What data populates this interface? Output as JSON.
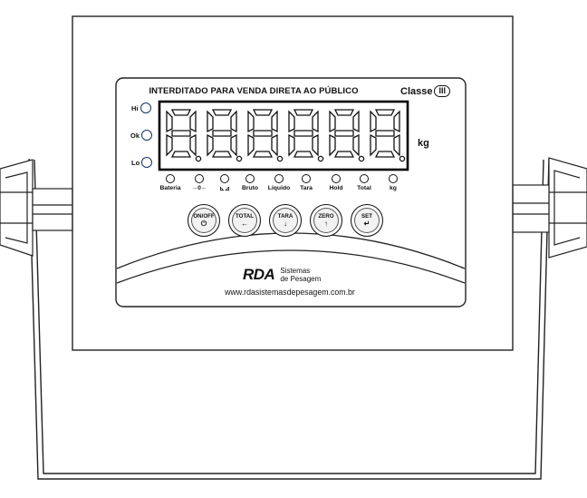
{
  "panel": {
    "warning_text": "INTERDITADO PARA VENDA DIRETA AO PÚBLICO",
    "class_label": "Classe",
    "class_value": "III",
    "unit": "kg"
  },
  "side_leds": [
    {
      "label": "Hi"
    },
    {
      "label": "Ok"
    },
    {
      "label": "Lo"
    }
  ],
  "display": {
    "digits": [
      "8",
      "8",
      "8",
      "8",
      "8",
      "8"
    ]
  },
  "indicators": [
    {
      "label": "Bateria"
    },
    {
      "label": "→0←"
    },
    {
      "label": "⊾⊿"
    },
    {
      "label": "Bruto"
    },
    {
      "label": "Líquido"
    },
    {
      "label": "Tara"
    },
    {
      "label": "Hold"
    },
    {
      "label": "Total"
    },
    {
      "label": "kg"
    }
  ],
  "buttons": [
    {
      "label": "ON/OFF",
      "symbol": "⏻"
    },
    {
      "label": "TOTAL",
      "symbol": "←"
    },
    {
      "label": "TARA",
      "symbol": "↓"
    },
    {
      "label": "ZERO",
      "symbol": "↑"
    },
    {
      "label": "SET",
      "symbol": "↵"
    }
  ],
  "brand": {
    "mark": "RDA",
    "line1": "Sistemas",
    "line2": "de Pesagem",
    "website": "www.rdasistemasdepesagem.com.br"
  },
  "colors": {
    "outline": "#111111",
    "led_blue": "#1a2f6a",
    "background": "#ffffff"
  }
}
